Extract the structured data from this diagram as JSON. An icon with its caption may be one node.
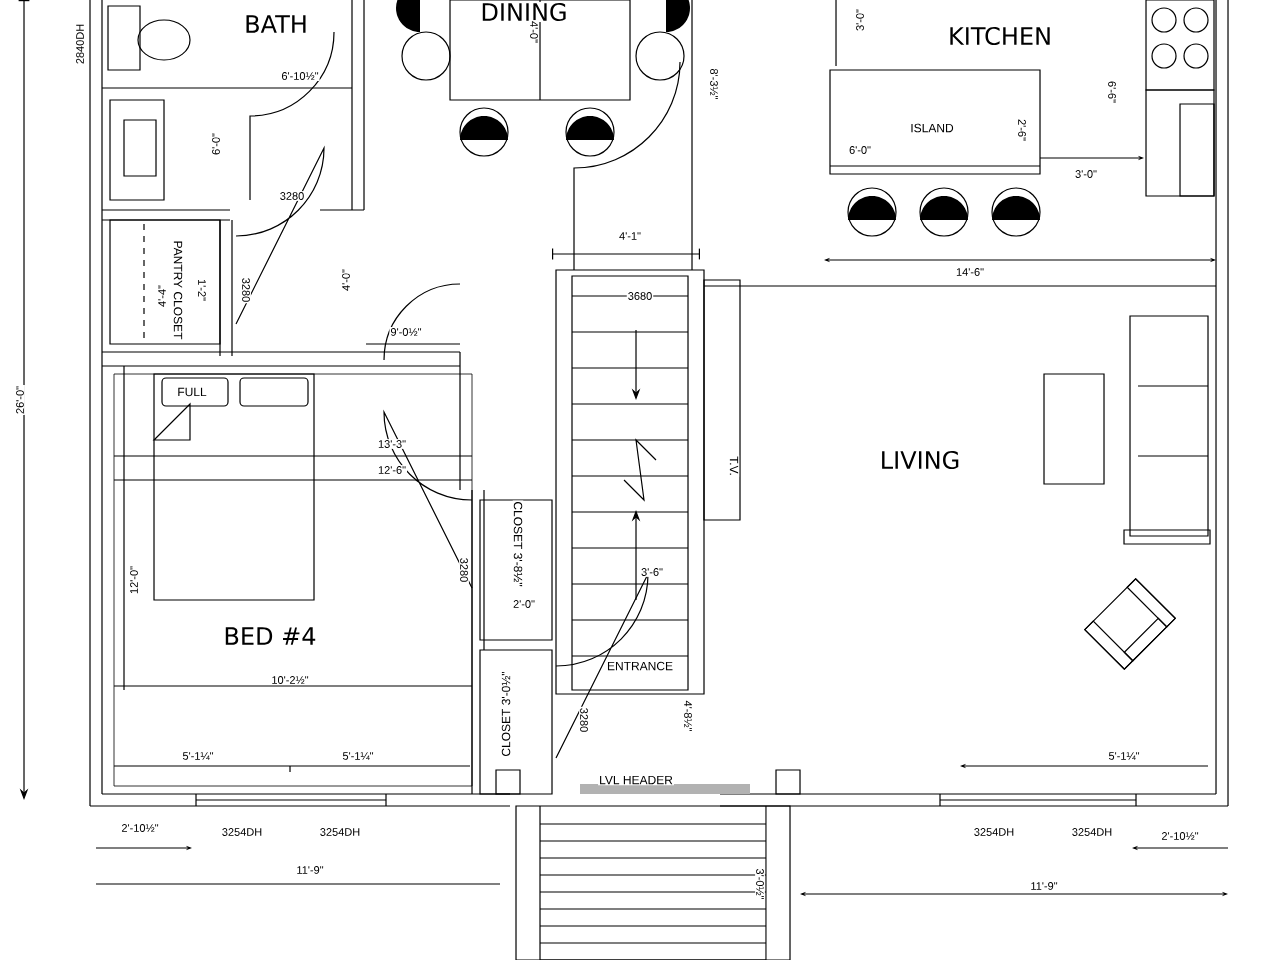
{
  "diagram": {
    "labels": [
      "DINING",
      "BATH",
      "KITCHEN",
      "2840DH",
      "4'-0\"",
      "3'-0\"",
      "6'-10½\"",
      "8'-3½\"",
      "6'-6\"",
      "ISLAND",
      "2'-6\"",
      "6'-0\"",
      "3'-0\"",
      "6'-0\"",
      "3280",
      "4'-1\"",
      "4'-4\"",
      "PANTRY CLOSET",
      "1'-2\"",
      "3280",
      "4'-0\"",
      "14'-6\"",
      "3680",
      "9'-0½\"",
      "26'-0\"",
      "FULL",
      "13'-3\"",
      "12'-6\"",
      "T.V.",
      "LIVING",
      "3280",
      "CLOSET 3'-8½\"",
      "2'-0\"",
      "3'-6\"",
      "12'-0\"",
      "BED #4",
      "10'-2½\"",
      "ENTRANCE",
      "CLOSET 3'-0½\"",
      "3280",
      "4'-8½\"",
      "5'-1¼\"",
      "5'-1¼\"",
      "5'-1¼\"",
      "LVL HEADER",
      "2'-10½\"",
      "3254DH",
      "3254DH",
      "3254DH",
      "3254DH",
      "2'-10½\"",
      "3'-0½\"",
      "11'-9\"",
      "11'-9\""
    ]
  }
}
